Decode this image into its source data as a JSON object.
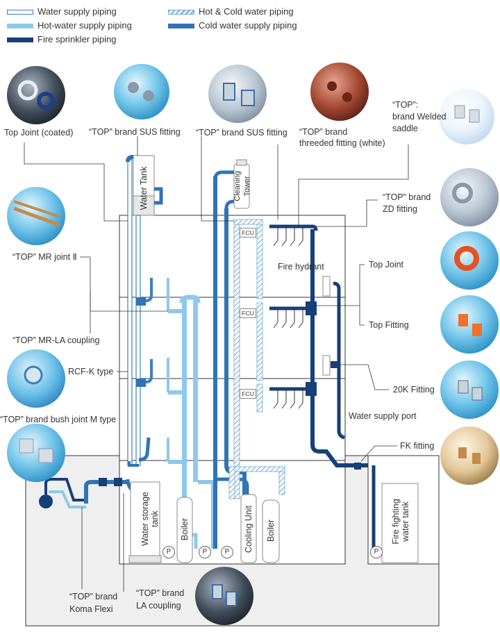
{
  "legend": [
    {
      "label": "Water supply piping",
      "style": "white",
      "color": "#ffffff",
      "border": "#3b7fbf"
    },
    {
      "label": "Hot-water supply piping",
      "style": "light",
      "color": "#8ec9ec",
      "border": "#5aa6d6"
    },
    {
      "label": "Fire sprinkler piping",
      "style": "navy",
      "color": "#173f78",
      "border": "#173f78"
    },
    {
      "label": "Hot & Cold water piping",
      "style": "hatched",
      "color": "#ffffff",
      "border": "#6ea9d6"
    },
    {
      "label": "Cold water supply piping",
      "style": "blue",
      "color": "#2f74b5",
      "border": "#2f74b5"
    }
  ],
  "product_labels": {
    "top_joint_coated": "Top Joint (coated)",
    "sus_fitting_1": "“TOP” brand SUS fitting",
    "sus_fitting_2": "“TOP” brand SUS fitting",
    "threaded_fitting_line1": "“TOP” brand",
    "threaded_fitting_line2": "threeded fitting (white)",
    "welded_saddle_line1": "“TOP”:",
    "welded_saddle_line2": "brand Welded",
    "welded_saddle_line3": "saddle",
    "zd_fitting_line1": "“TOP” brand",
    "zd_fitting_line2": "ZD fitting",
    "mr_joint": "“TOP” MR joint Ⅱ",
    "mr_la_coupling": "“TOP” MR-LA coupling",
    "rcf_k": "RCF-K type",
    "bush_joint": "“TOP” brand bush joint M type",
    "top_joint": "Top Joint",
    "top_fitting": "Top Fitting",
    "fitting_20k": "20K Fitting",
    "water_supply_port": "Water supply port",
    "fk_fitting": "FK fitting",
    "fire_hydrant": "Fire hydrant",
    "koma_flexi_line1": "“TOP” brand",
    "koma_flexi_line2": "Koma Flexi",
    "la_coupling_line1": "“TOP” brand",
    "la_coupling_line2": "LA coupling"
  },
  "equipment": {
    "water_tank": "Water Tank",
    "cleaning_tower_line1": "Cleaning",
    "cleaning_tower_line2": "Tower",
    "fcu": "FCU",
    "water_storage_line1": "Water storage",
    "water_storage_line2": "tank",
    "boiler": "Boiler",
    "cooling_unit": "Cooling Unit",
    "fire_tank_line1": "Fire fighting",
    "fire_tank_line2": "water tank",
    "pump": "P"
  },
  "colors": {
    "navy": "#173f78",
    "blue": "#2f74b5",
    "light": "#8ec9ec",
    "outline": "#3b7fbf",
    "building": "#f0f0f0",
    "line": "#333333"
  }
}
